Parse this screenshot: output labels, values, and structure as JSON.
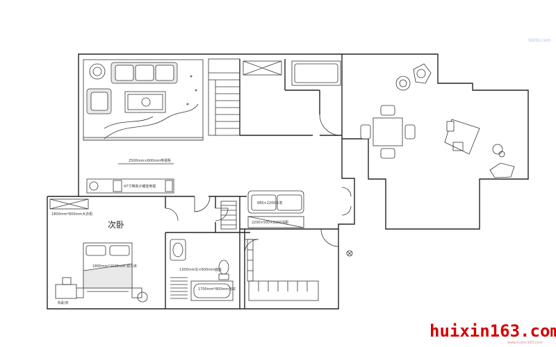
{
  "plan": {
    "rooms": {
      "secondary_bedroom": "次卧"
    },
    "annotations": {
      "tv_cabinet": "2500mm×600mm电视柜",
      "tv": "47寸带高子耀挂电视",
      "sofa": "680×2200沙发",
      "cabinet_small": "2200×500×2200书柜",
      "wardrobe": "1800mm*600mm大衣柜",
      "bed": "1800mm*2100mm 双人床",
      "wash_basin": "1300mm长×600mm面盆",
      "bathtub": "1700mm*800mm浴缸",
      "desk": "书桌/衣"
    }
  },
  "watermark": {
    "site": "huixin163.com",
    "sub": "www.huixin163.com",
    "side": "SOHU.com"
  }
}
